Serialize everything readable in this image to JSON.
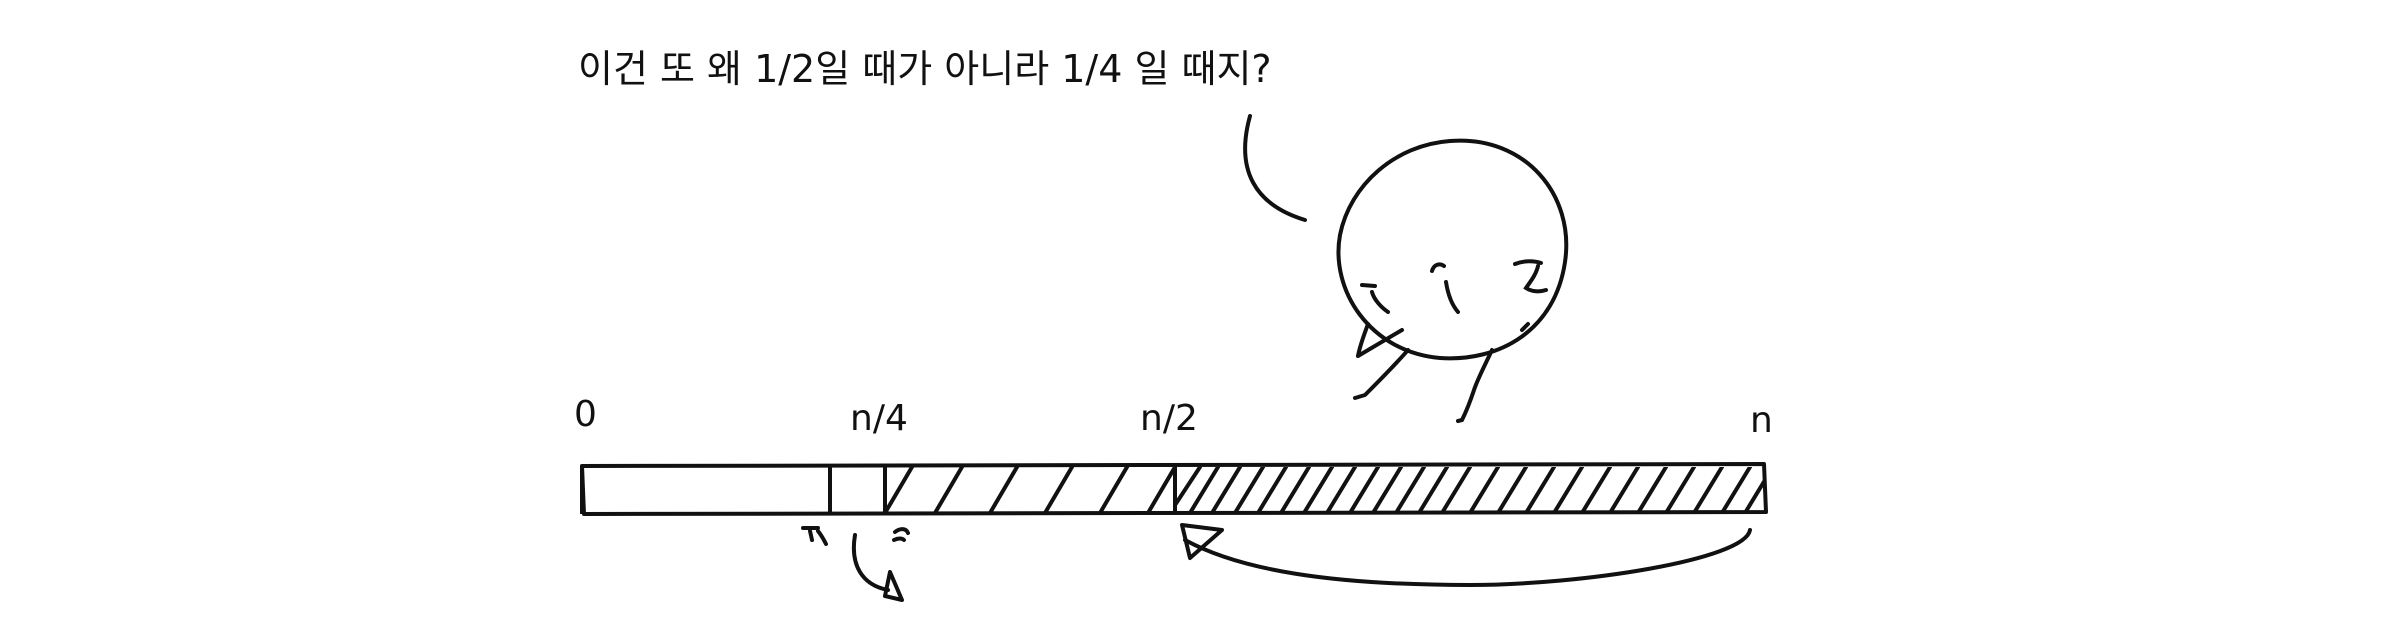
{
  "speech_bubble": {
    "text": "이건 또 왜 1/2일 때가 아니라 1/4 일 때지?"
  },
  "number_line": {
    "labels": [
      "0",
      "n/4",
      "n/2",
      "n"
    ]
  },
  "colors": {
    "ink": "#111111",
    "background": "#ffffff"
  }
}
